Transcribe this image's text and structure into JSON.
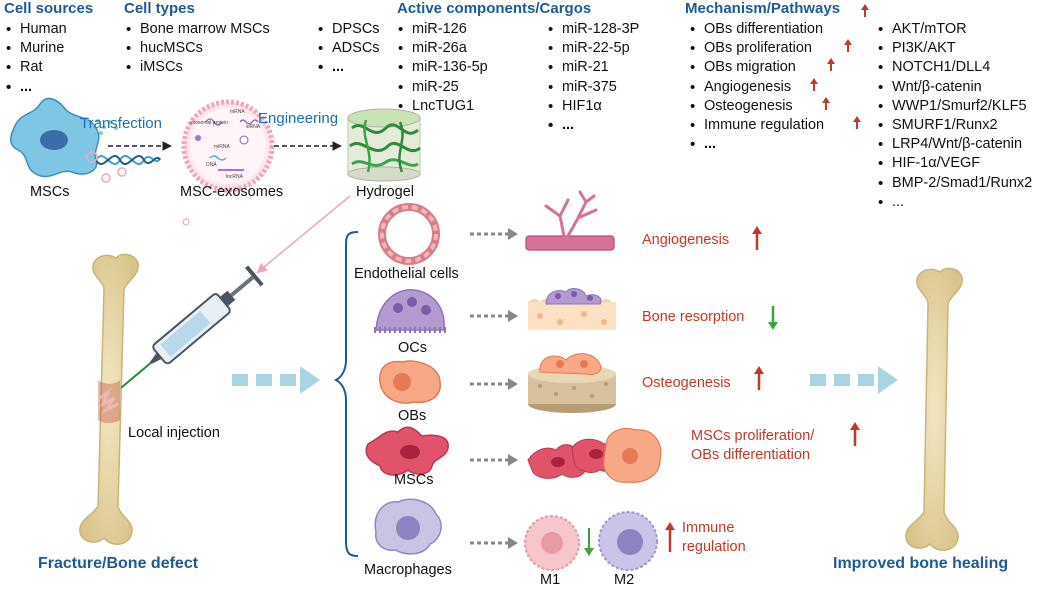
{
  "headers": {
    "cell_sources": "Cell sources",
    "cell_types": "Cell types",
    "active_components": "Active components/Cargos",
    "mechanism": "Mechanism/Pathways"
  },
  "cell_sources": [
    "Human",
    "Murine",
    "Rat",
    "..."
  ],
  "cell_types_col1": [
    "Bone marrow MSCs",
    "hucMSCs",
    "iMSCs"
  ],
  "cell_types_col2": [
    "DPSCs",
    "ADSCs",
    "..."
  ],
  "components_col1": [
    "miR-126",
    "miR-26a",
    "miR-136-5p",
    "miR-25",
    "LncTUG1"
  ],
  "components_col2": [
    "miR-128-3P",
    "miR-22-5p",
    "miR-21",
    "miR-375",
    "HIF1α",
    "..."
  ],
  "mechanism_effects": [
    "OBs differentiation",
    "OBs proliferation",
    "OBs migration",
    "Angiogenesis",
    "Osteogenesis",
    "Immune regulation",
    "..."
  ],
  "pathways": [
    "AKT/mTOR",
    "PI3K/AKT",
    "NOTCH1/DLL4",
    "Wnt/β-catenin",
    "WWP1/Smurf2/KLF5",
    "SMURF1/Runx2",
    "LRP4/Wnt/β-catenin",
    "HIF-1α/VEGF",
    "BMP-2/Smad1/Runx2",
    "..."
  ],
  "process": {
    "transfection": "Transfection",
    "engineering": "Engineering",
    "mscs": "MSCs",
    "msc_exosomes": "MSC-exosomes",
    "hydrogel": "Hydrogel",
    "local_injection": "Local injection",
    "fracture": "Fracture/Bone defect",
    "improved": "Improved bone healing"
  },
  "exosome_labels": {
    "mrna": "mRNA",
    "exosomal_protein": "exosomal\nprotein",
    "sirna": "siRNA",
    "mirna": "miRNA",
    "dna": "DNA",
    "lncrna": "lncRNA"
  },
  "cells": {
    "endothelial": "Endothelial cells",
    "ocs": "OCs",
    "obs": "OBs",
    "mscs": "MSCs",
    "macrophages": "Macrophages",
    "m1": "M1",
    "m2": "M2"
  },
  "outcomes": {
    "angiogenesis": "Angiogenesis",
    "bone_resorption": "Bone resorption",
    "osteogenesis": "Osteogenesis",
    "msc_prolif_line1": "MSCs proliferation/",
    "msc_prolif_line2": "OBs differentiation",
    "immune_line1": "Immune",
    "immune_line2": "regulation"
  },
  "colors": {
    "header_blue": "#1f5a96",
    "label_blue": "#1f6fb5",
    "outcome_red": "#c0392b",
    "up_arrow": "#c0392b",
    "down_arrow": "#3aa33a",
    "bone": "#e8d7a8"
  }
}
